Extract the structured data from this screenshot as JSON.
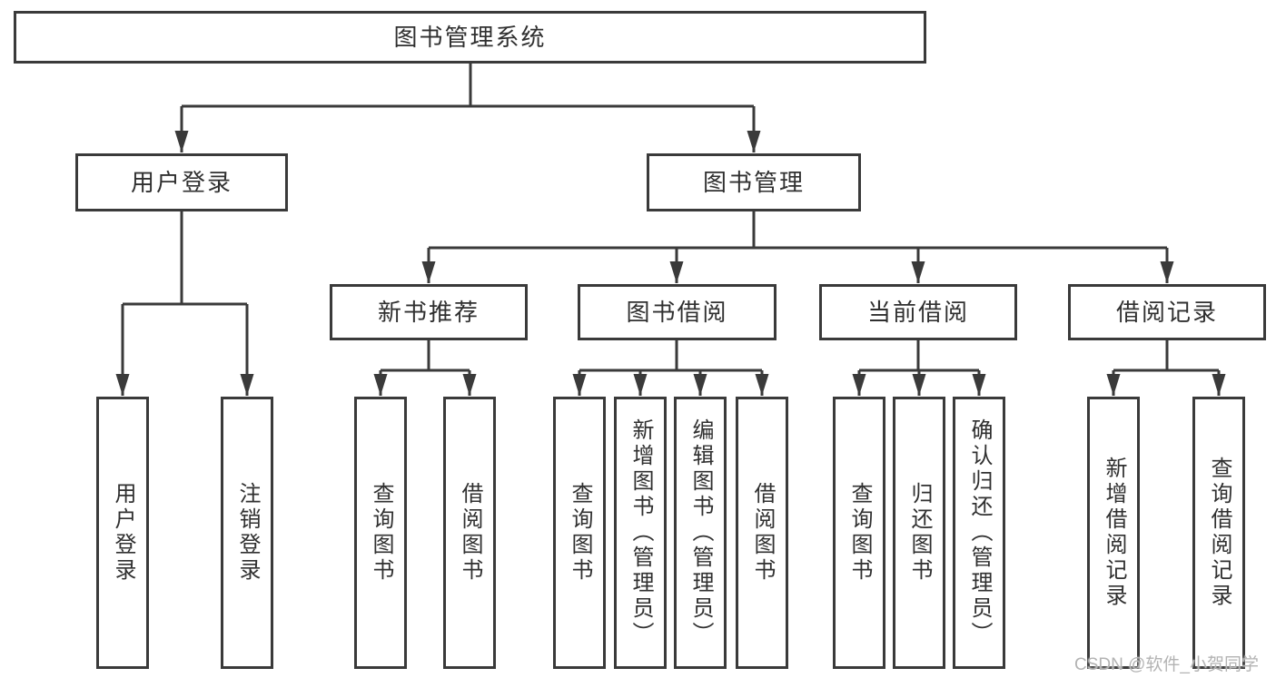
{
  "diagram": {
    "root": {
      "label": "图书管理系统"
    },
    "level2": [
      {
        "label": "用户登录"
      },
      {
        "label": "图书管理"
      }
    ],
    "level3": [
      {
        "label": "新书推荐"
      },
      {
        "label": "图书借阅"
      },
      {
        "label": "当前借阅"
      },
      {
        "label": "借阅记录"
      }
    ],
    "leaves": {
      "user_login": [
        "用户登录",
        "注销登录"
      ],
      "new_book_recommend": [
        "查询图书",
        "借阅图书"
      ],
      "book_borrow": [
        "查询图书",
        "新增图书（管理员）",
        "编辑图书（管理员）",
        "借阅图书"
      ],
      "current_borrow": [
        "查询图书",
        "归还图书",
        "确认归还（管理员）"
      ],
      "borrow_records": [
        "新增借阅记录",
        "查询借阅记录"
      ]
    }
  },
  "watermark": "CSDN @软件_小贺同学",
  "colors": {
    "line": "#3a3a3a",
    "text": "#303030",
    "watermark": "#b3b3b3",
    "background": "#ffffff"
  }
}
